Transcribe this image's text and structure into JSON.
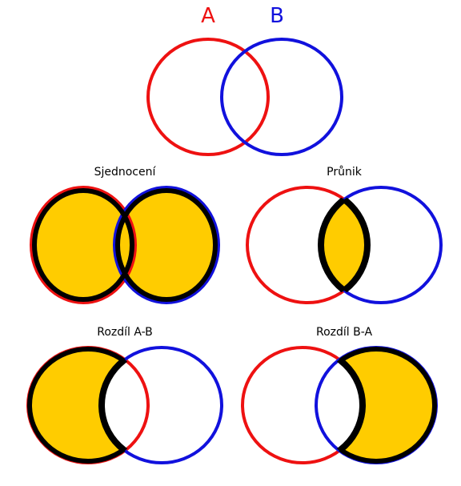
{
  "colors": {
    "set_a": "#ee1111",
    "set_b": "#1111dd",
    "fill": "#ffcc00",
    "outline": "#000000"
  },
  "labels": {
    "set_a": "A",
    "set_b": "B"
  },
  "panels": {
    "union": {
      "title": "Sjednocení"
    },
    "intersection": {
      "title": "Průnik"
    },
    "a_minus_b": {
      "title": "Rozdíl A-B"
    },
    "b_minus_a": {
      "title": "Rozdíl B-A"
    }
  }
}
